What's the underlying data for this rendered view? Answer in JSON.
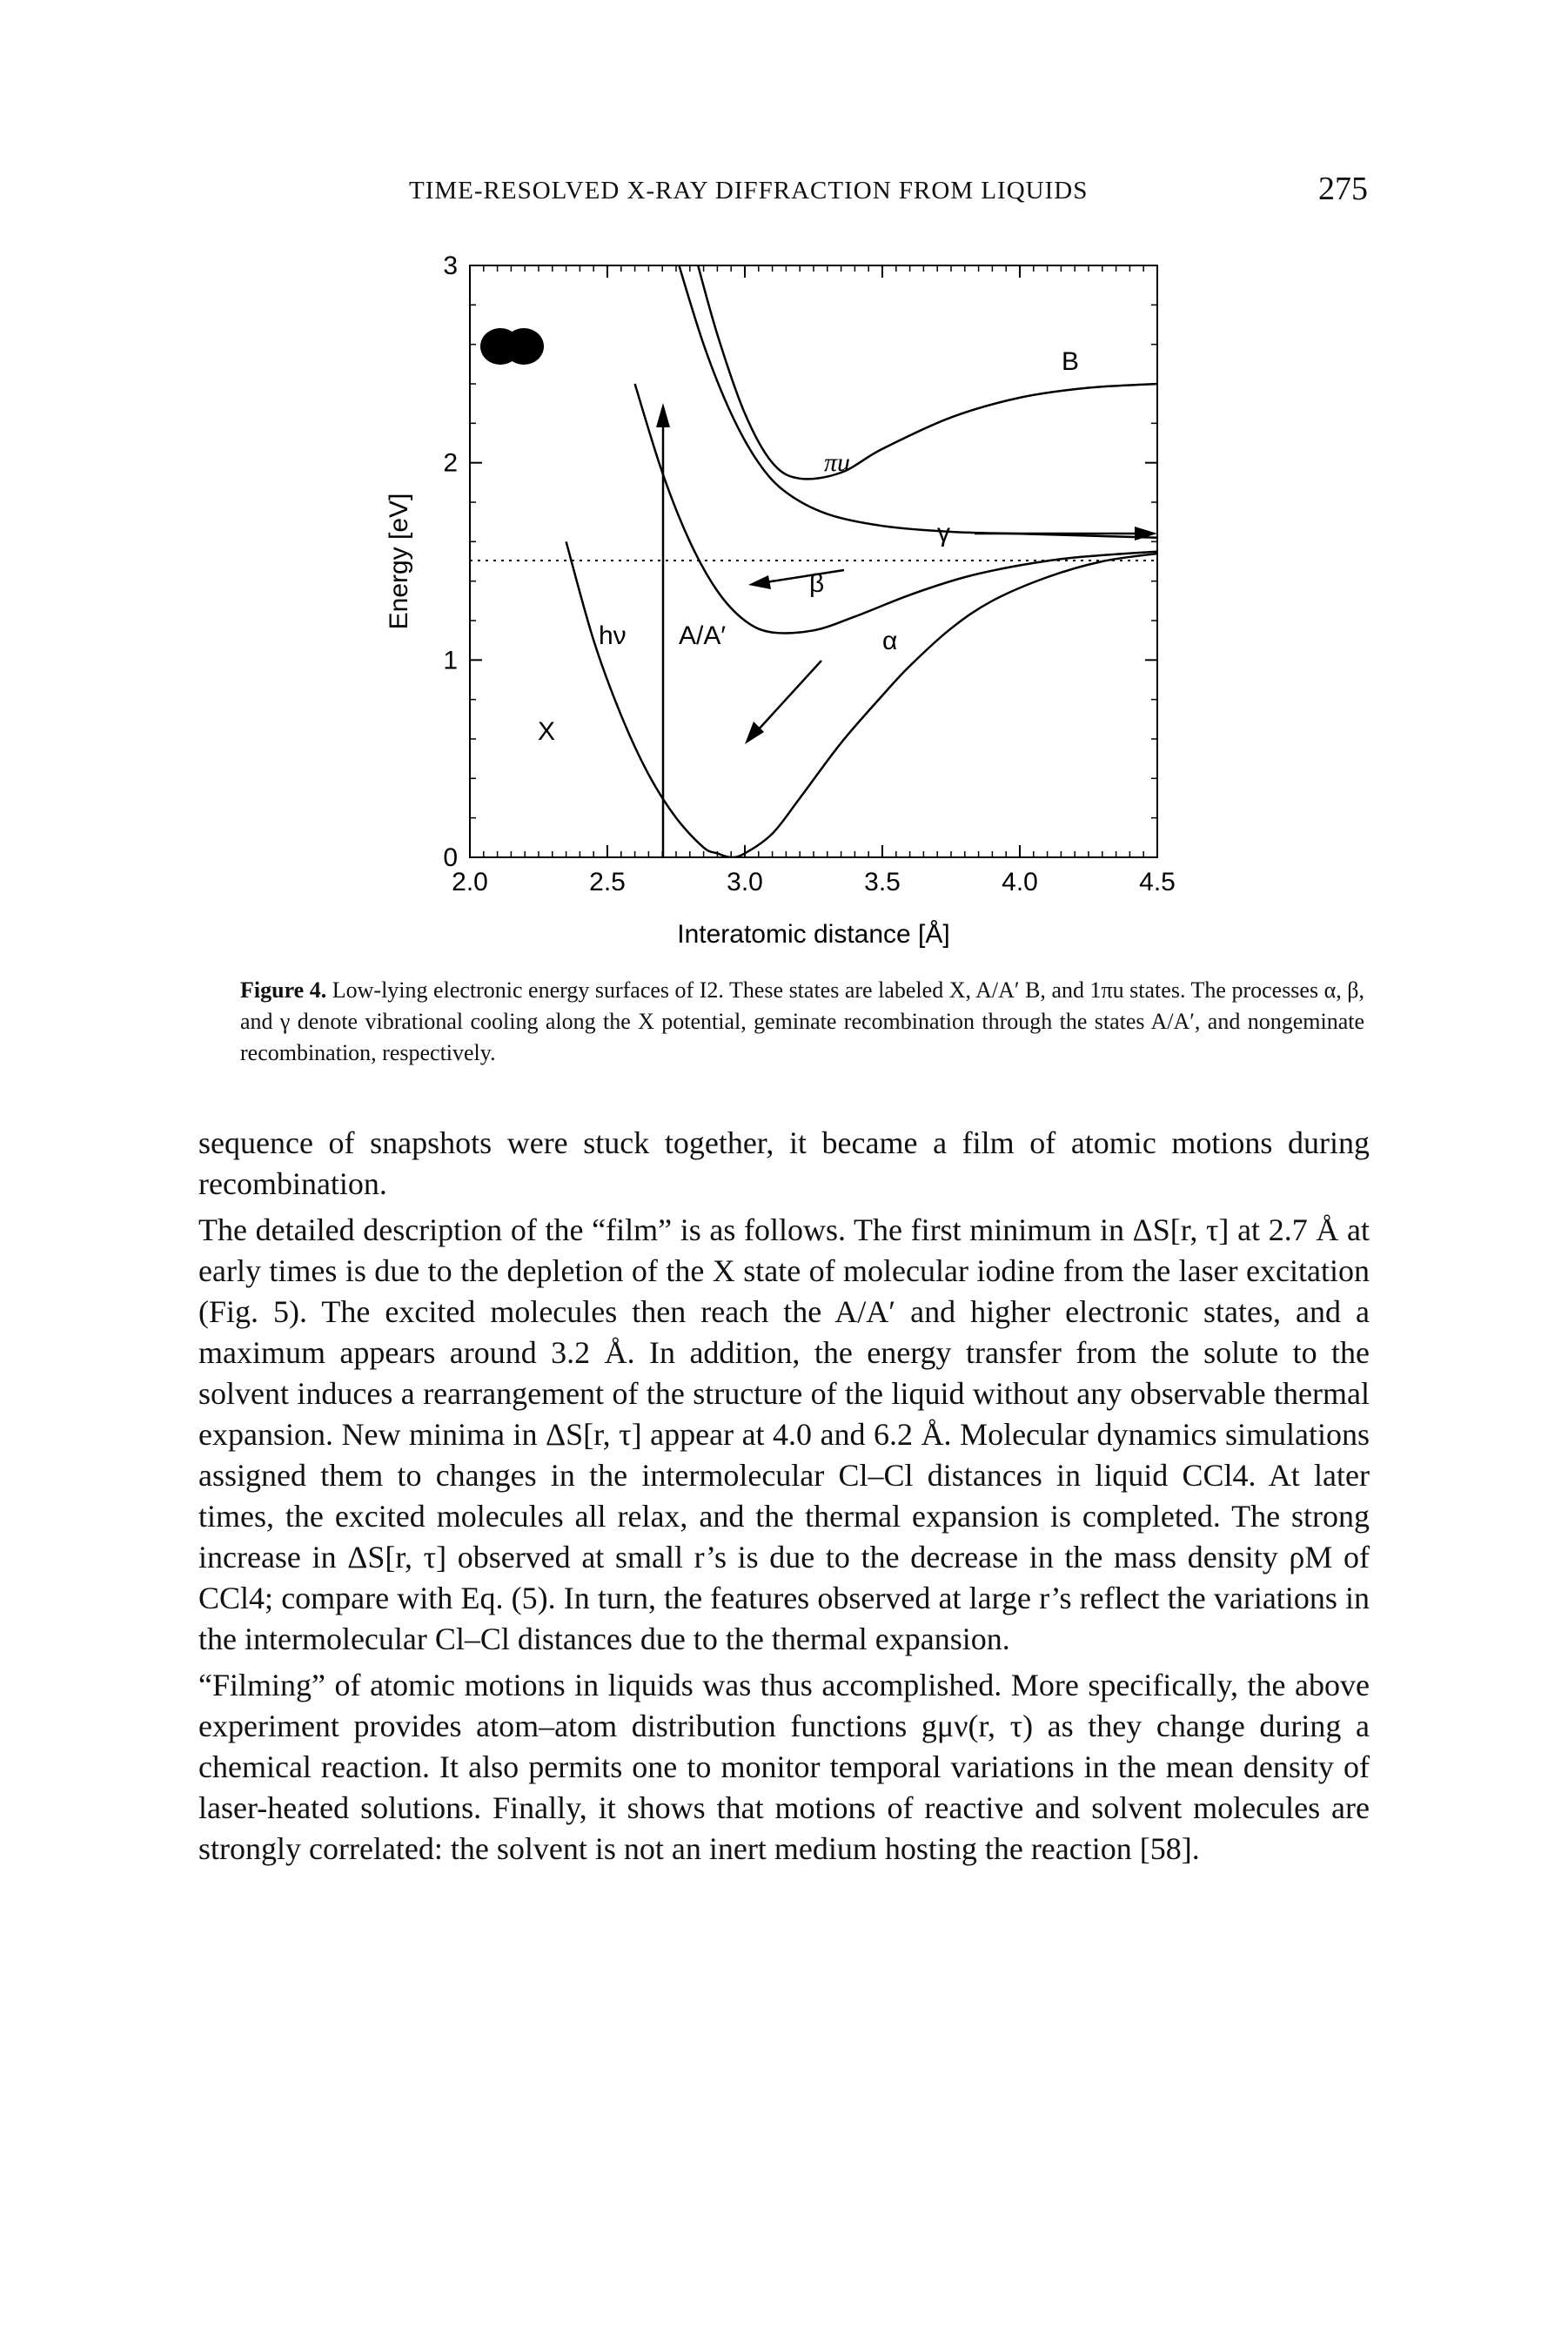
{
  "header": {
    "running_title": "TIME-RESOLVED X-RAY DIFFRACTION FROM LIQUIDS",
    "page_number": "275"
  },
  "figure": {
    "ylabel": "Energy [eV]",
    "xlabel": "Interatomic distance [Å]",
    "y_ticks": [
      "0",
      "1",
      "2",
      "3"
    ],
    "x_ticks": [
      "2.0",
      "2.5",
      "3.0",
      "3.5",
      "4.0",
      "4.5"
    ],
    "labels": {
      "B": "B",
      "pi_u": "πu",
      "gamma": "γ",
      "beta": "β",
      "alpha": "α",
      "hv": "hν",
      "AA": "A/A′",
      "X": "X"
    }
  },
  "chart_data": {
    "type": "line",
    "xlabel": "Interatomic distance [Å]",
    "ylabel": "Energy [eV]",
    "xlim": [
      2.0,
      4.5
    ],
    "ylim": [
      0,
      3
    ],
    "series": [
      {
        "name": "X",
        "x": [
          2.35,
          2.45,
          2.55,
          2.65,
          2.75,
          2.85,
          2.9,
          2.95,
          3.0,
          3.1,
          3.2,
          3.35,
          3.5,
          3.6,
          3.75,
          3.9,
          4.1,
          4.3,
          4.5
        ],
        "y": [
          1.6,
          1.1,
          0.72,
          0.42,
          0.2,
          0.05,
          0.02,
          0.0,
          0.02,
          0.12,
          0.3,
          0.58,
          0.82,
          0.97,
          1.16,
          1.3,
          1.42,
          1.5,
          1.54
        ]
      },
      {
        "name": "A/A′",
        "x": [
          2.6,
          2.7,
          2.8,
          2.9,
          3.0,
          3.1,
          3.25,
          3.4,
          3.6,
          3.8,
          4.0,
          4.2,
          4.5
        ],
        "y": [
          2.4,
          1.95,
          1.6,
          1.35,
          1.2,
          1.14,
          1.15,
          1.22,
          1.33,
          1.42,
          1.48,
          1.52,
          1.55
        ]
      },
      {
        "name": "πu",
        "x": [
          2.75,
          2.85,
          2.95,
          3.05,
          3.15,
          3.3,
          3.5,
          3.75,
          4.0,
          4.25,
          4.5
        ],
        "y": [
          3.05,
          2.6,
          2.25,
          2.0,
          1.85,
          1.74,
          1.68,
          1.65,
          1.64,
          1.63,
          1.62
        ]
      },
      {
        "name": "B",
        "x": [
          2.82,
          2.9,
          3.0,
          3.1,
          3.2,
          3.35,
          3.5,
          3.75,
          4.0,
          4.25,
          4.5
        ],
        "y": [
          3.05,
          2.65,
          2.25,
          2.0,
          1.92,
          1.95,
          2.07,
          2.23,
          2.33,
          2.38,
          2.4
        ]
      }
    ],
    "grid": false
  },
  "caption": {
    "label": "Figure 4.",
    "text": "Low-lying electronic energy surfaces of I2. These states are labeled X, A/A′ B, and 1πu states. The processes α, β, and γ denote vibrational cooling along the X potential, geminate recombination through the states A/A′, and nongeminate recombination, respectively."
  },
  "body": {
    "p1": "sequence of snapshots were stuck together, it became a film of atomic motions during recombination.",
    "p2": "The detailed description of the “film” is as follows. The first minimum in ΔS[r, τ] at 2.7 Å at early times is due to the depletion of the X state of molecular iodine from the laser excitation (Fig. 5). The excited molecules then reach the A/A′ and higher electronic states, and a maximum appears around 3.2 Å. In addition, the energy transfer from the solute to the solvent induces a rearrangement of the structure of the liquid without any observable thermal expansion. New minima in ΔS[r, τ] appear at 4.0 and 6.2 Å. Molecular dynamics simulations assigned them to changes in the intermolecular Cl–Cl distances in liquid CCl4. At later times, the excited molecules all relax, and the thermal expansion is completed. The strong increase in ΔS[r, τ] observed at small r’s is due to the decrease in the mass density ρM of CCl4; compare with Eq. (5). In turn, the features observed at large r’s reflect the variations in the intermolecular Cl–Cl distances due to the thermal expansion.",
    "p3": "“Filming” of atomic motions in liquids was thus accomplished. More specifically, the above experiment provides atom–atom distribution functions gμν(r, τ) as they change during a chemical reaction. It also permits one to monitor temporal variations in the mean density of laser-heated solutions. Finally, it shows that motions of reactive and solvent molecules are strongly correlated: the solvent is not an inert medium hosting the reaction [58]."
  }
}
